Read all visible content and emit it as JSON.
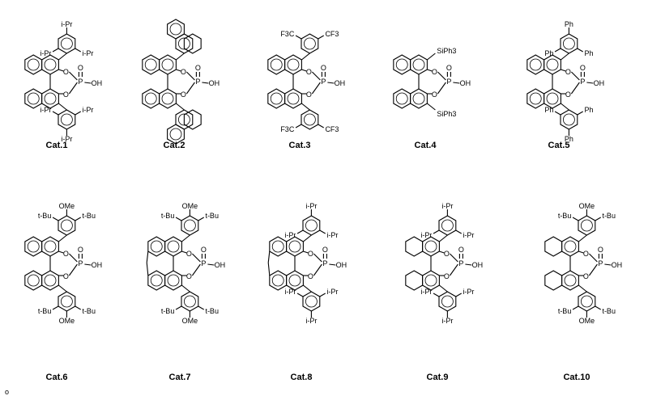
{
  "catalysts": [
    {
      "label": "Cat.1",
      "backbone": "binaphthyl",
      "aryl": "phenyl",
      "slots": {
        "o1": "i-Pr",
        "p": "i-Pr",
        "o2": "i-Pr"
      }
    },
    {
      "label": "Cat.2",
      "backbone": "binaphthyl",
      "aryl": "anthracenyl",
      "slots": {}
    },
    {
      "label": "Cat.3",
      "backbone": "binaphthyl",
      "aryl": "phenyl",
      "slots": {
        "m1": "F3C",
        "m2": "CF3"
      }
    },
    {
      "label": "Cat.4",
      "backbone": "binaphthyl",
      "aryl": "none",
      "direct": "SiPh3",
      "slots": {}
    },
    {
      "label": "Cat.5",
      "backbone": "binaphthyl",
      "aryl": "phenyl",
      "slots": {
        "o1": "Ph",
        "p": "Ph",
        "o2": "Ph"
      }
    },
    {
      "label": "Cat.6",
      "backbone": "binaphthyl",
      "aryl": "phenyl",
      "slots": {
        "m1": "t-Bu",
        "p": "OMe",
        "m2": "t-Bu"
      }
    },
    {
      "label": "Cat.7",
      "backbone": "spiro",
      "aryl": "phenyl",
      "slots": {
        "m1": "t-Bu",
        "p": "OMe",
        "m2": "t-Bu"
      }
    },
    {
      "label": "Cat.8",
      "backbone": "spiro",
      "aryl": "phenyl",
      "slots": {
        "o1": "i-Pr",
        "p": "i-Pr",
        "o2": "i-Pr"
      }
    },
    {
      "label": "Cat.9",
      "backbone": "octahydro-binaphthyl",
      "aryl": "phenyl",
      "slots": {
        "o1": "i-Pr",
        "p": "i-Pr",
        "o2": "i-Pr"
      }
    },
    {
      "label": "Cat.10",
      "backbone": "octahydro-binaphthyl",
      "aryl": "phenyl",
      "slots": {
        "m1": "t-Bu",
        "p": "OMe",
        "m2": "t-Bu"
      }
    }
  ],
  "phosphate": {
    "o_ring": "O",
    "p": "P",
    "o_double": "O",
    "oh": "OH"
  },
  "footnote": "o"
}
